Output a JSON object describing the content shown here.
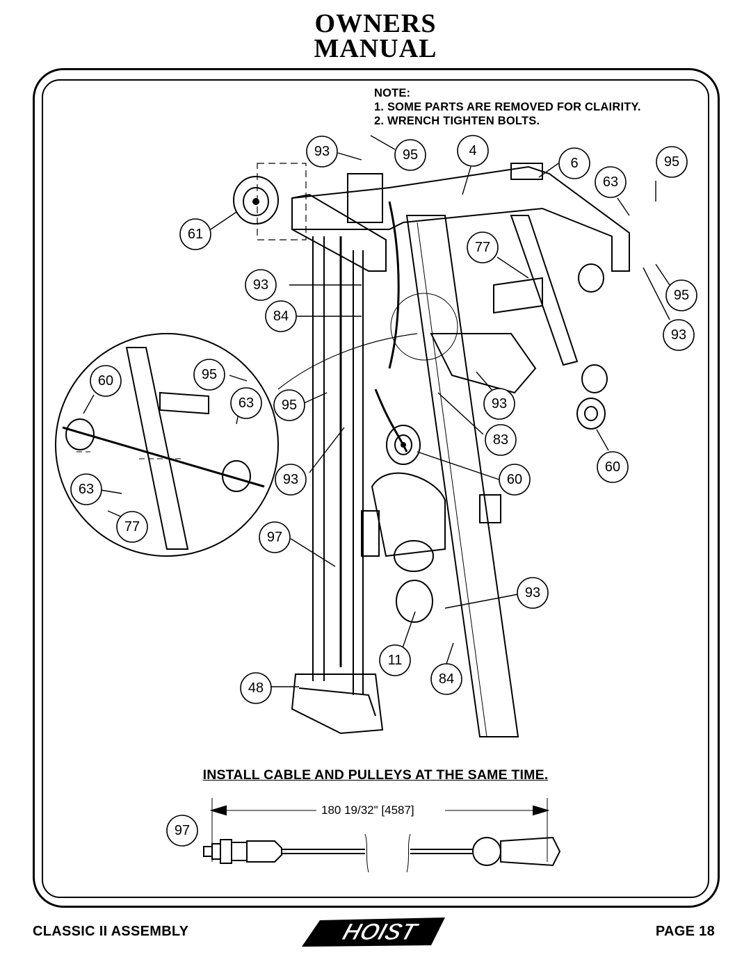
{
  "header": {
    "line1": "OWNERS",
    "line2": "MANUAL"
  },
  "note": {
    "title": "NOTE:",
    "items": [
      "1. SOME PARTS ARE REMOVED FOR CLAIRITY.",
      "2. WRENCH TIGHTEN BOLTS."
    ]
  },
  "callouts": {
    "c93a": "93",
    "c95a": "95",
    "c4": "4",
    "c6": "6",
    "c95b": "95",
    "c63a": "63",
    "c61": "61",
    "c77a": "77",
    "c93b": "93",
    "c95c": "95",
    "c84a": "84",
    "c93c": "93",
    "c60a": "60",
    "c95d": "95",
    "c63b": "63",
    "c95e": "95",
    "c93d": "93",
    "c83": "83",
    "c60b": "60",
    "c93e": "93",
    "c60c": "60",
    "c63c": "63",
    "c77b": "77",
    "c97a": "97",
    "c93f": "93",
    "c11": "11",
    "c84b": "84",
    "c48": "48",
    "c97b": "97"
  },
  "instruction": "INSTALL CABLE AND PULLEYS AT THE SAME TIME.",
  "cable_dimension": "180 19/32\" [4587]",
  "footer": {
    "left": "CLASSIC II ASSEMBLY",
    "right": "PAGE 18",
    "logo_text": "HOIST"
  }
}
